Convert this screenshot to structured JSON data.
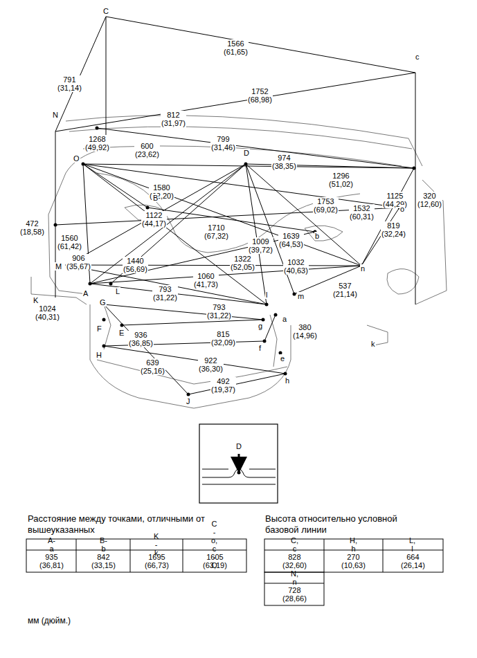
{
  "diagram": {
    "labels": [
      "C",
      "c",
      "1566 (61,65)",
      "791 (31,14)",
      "1752 (68,98)",
      "N",
      "812 (31,97)",
      "1268 (49,92)",
      "600 (23,62)",
      "799 (31,46)",
      "D",
      "974 (38,35)",
      "O",
      "1296 (51,02)",
      "1580 (62,20)",
      "1125 (44,29)",
      "320 (12,60)",
      "1753 (69,02)",
      "B",
      "472 (18,58)",
      "1122 (44,17)",
      "1532 (60,31)",
      "o",
      "1710 (67,32)",
      "1639 (64,53)",
      "b",
      "819 (32,24)",
      "1560 (61,42)",
      "1009 (39,72)",
      "906 (35,67)",
      "M",
      "1440 (56,69)",
      "1322 (52,05)",
      "1032 (40,63)",
      "n",
      "1060 (41,73)",
      "793 (31,22)",
      "537 (21,14)",
      "A",
      "L",
      "m",
      "l",
      "K",
      "G",
      "1024 (40,31)",
      "793 (31,22)",
      "a",
      "g",
      "F",
      "E",
      "936 (36,85)",
      "815 (32,09)",
      "380 (14,96)",
      "f",
      "k",
      "e",
      "H",
      "922 (36,30)",
      "639 (25,16)",
      "h",
      "492 (19,37)",
      "J",
      "D",
      "Расстояние между точками, отличными от вышеуказанных",
      "A-a",
      "B-b",
      "K - k",
      "C - o, c - O",
      "935 (36,81)",
      "842 (33,15)",
      "1695 (66,73)",
      "1605 (63,19)",
      "Высота относительно условной базовой линии",
      "C, c",
      "H, h",
      "L, l",
      "828 (32,60)",
      "270 (10,63)",
      "664 (26,14)",
      "N, n",
      "728 (28,66)",
      "мм (дюйм.)"
    ]
  }
}
